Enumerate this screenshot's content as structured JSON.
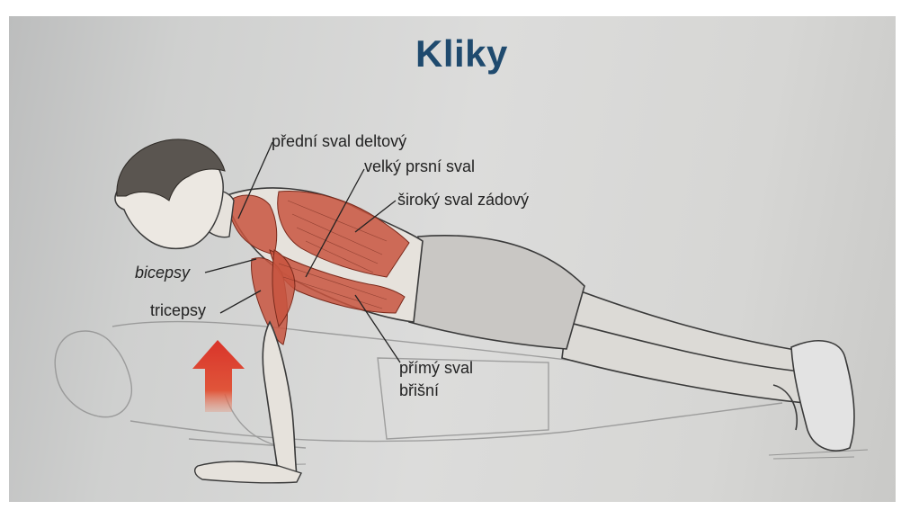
{
  "title": "Kliky",
  "labels": {
    "deltoid": "přední sval deltový",
    "pectoral": "velký prsní sval",
    "latissimus": "široký sval zádový",
    "biceps": "bicepsy",
    "triceps": "tricepsy",
    "abdominis_line1": "přímý sval",
    "abdominis_line2": "břišní"
  },
  "colors": {
    "title": "#1f4a6e",
    "muscle": "#c8553f",
    "arrow": "#d9342a"
  },
  "icons": {
    "direction": "arrow-up-icon"
  }
}
